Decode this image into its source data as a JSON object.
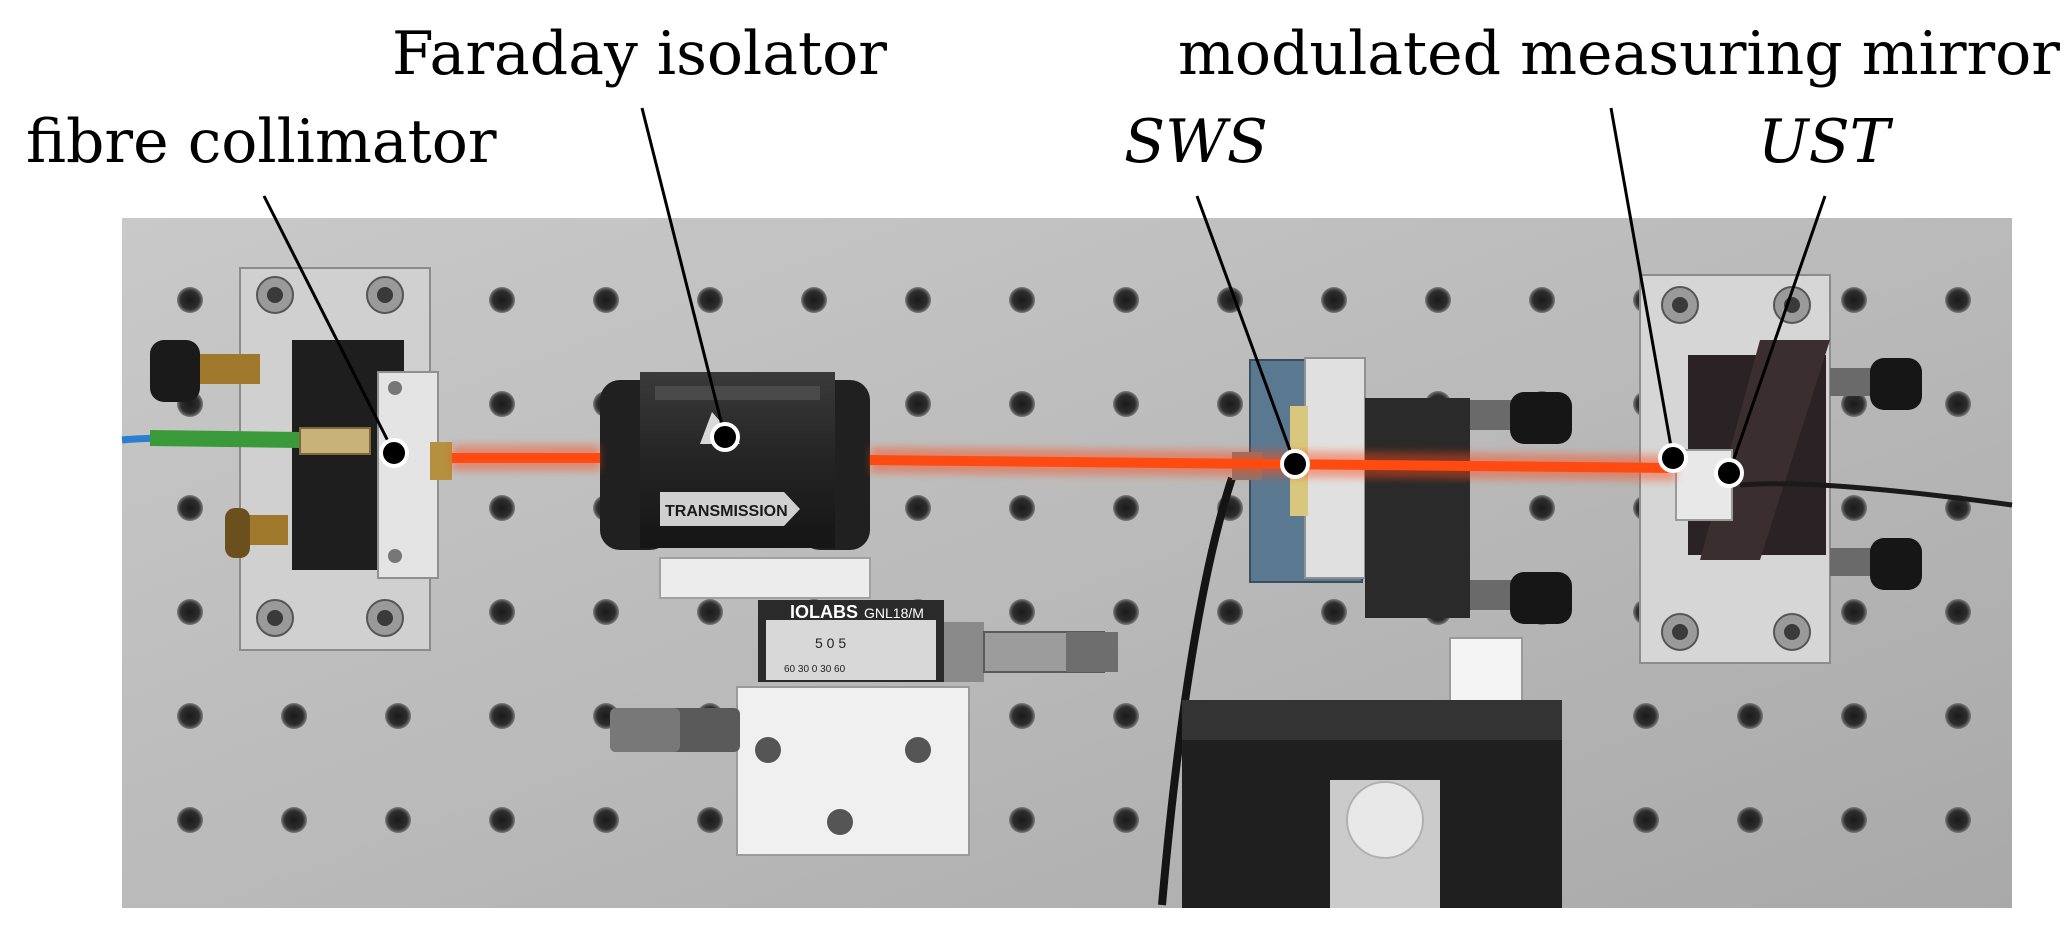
{
  "labels": {
    "faraday_isolator": "Faraday isolator",
    "fibre_collimator": "fibre collimator",
    "modulated_measuring_mirror": "modulated measuring mirror",
    "sws": "SWS",
    "ust": "UST"
  },
  "photo_text": {
    "transmission": "TRANSMISSION",
    "brand": "IOLABS",
    "model": "GNL18/M",
    "scale_top": "5 0 5",
    "scale_bottom": "60 30 0 30 60"
  },
  "colors": {
    "laser": "#ff4a12",
    "breadboard": "#bdbdbd"
  }
}
